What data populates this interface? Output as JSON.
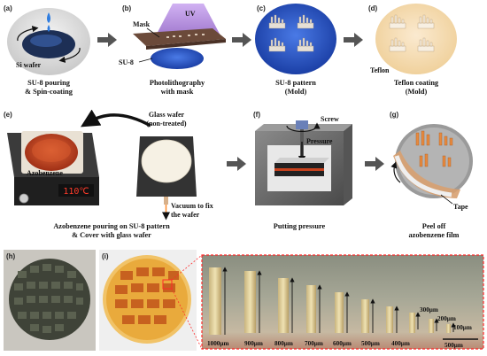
{
  "panels": {
    "a": {
      "letter": "(a)",
      "wafer": "Si wafer",
      "resist": "SU-8",
      "caption1": "SU-8 pouring",
      "caption2": "& Spin-coating"
    },
    "b": {
      "letter": "(b)",
      "uv": "UV",
      "mask": "Mask",
      "caption1": "Photolithography",
      "caption2": "with mask"
    },
    "c": {
      "letter": "(c)",
      "caption1": "SU-8 pattern",
      "caption2": "(Mold)"
    },
    "d": {
      "letter": "(d)",
      "teflon": "Teflon",
      "caption1": "Teflon coating",
      "caption2": "(Mold)"
    },
    "e": {
      "letter": "(e)",
      "azo": "Azobenzene",
      "temp": "110℃",
      "glass1": "Glass wafer",
      "glass2": "(non-treated)",
      "vac1": "Vacuum to fix",
      "vac2": "the wafer",
      "caption1": "Azobenzene pouring on SU-8 pattern",
      "caption2": "& Cover with glass wafer"
    },
    "f": {
      "letter": "(f)",
      "screw": "Screw",
      "pressure": "Pressure",
      "caption1": "Putting pressure"
    },
    "g": {
      "letter": "(g)",
      "tape": "Tape",
      "caption1": "Peel off",
      "caption2": "azobenzene film"
    },
    "h": {
      "letter": "(h)"
    },
    "i": {
      "letter": "(i)",
      "labels": [
        "1000μm",
        "900μm",
        "800μm",
        "700μm",
        "600μm",
        "500μm",
        "400μm",
        "300μm",
        "200μm",
        "100μm"
      ],
      "scalebar": "500μm"
    }
  },
  "colors": {
    "bg_gray": "#e6e6e6",
    "su8_blue": "#1f49b8",
    "teflon": "#f4dcaa",
    "azo": "#c8421e",
    "uv": "#a97bd6"
  }
}
